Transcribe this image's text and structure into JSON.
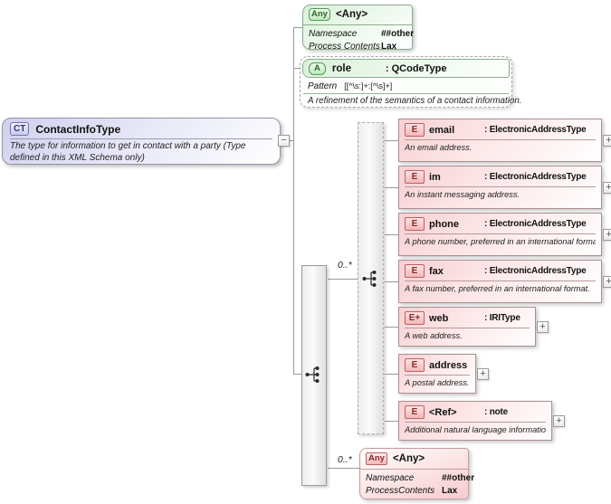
{
  "diagram": {
    "root": {
      "badge": "CT",
      "title": "ContactInfoType",
      "description": "The type for information to get in contact with a party (Type defined in this XML Schema only)"
    },
    "attr_wildcard": {
      "badge": "Any",
      "title": "<Any>",
      "rows": [
        {
          "label": "Namespace",
          "value": "##other"
        },
        {
          "label": "Process Contents",
          "value": "Lax"
        }
      ]
    },
    "attr_role": {
      "badge": "A",
      "name": "role",
      "type": ": QCodeType",
      "pattern_label": "Pattern",
      "pattern_value": "[[^\\s:]+:[^\\s]+]",
      "description": "A refinement of the semantics of a contact information."
    },
    "group_multiplicity": "0..*",
    "wildcard_multiplicity": "0..*",
    "elements": [
      {
        "badge": "E",
        "name": "email",
        "type": ": ElectronicAddressType",
        "description": "An email address."
      },
      {
        "badge": "E",
        "name": "im",
        "type": ": ElectronicAddressType",
        "description": "An instant messaging address."
      },
      {
        "badge": "E",
        "name": "phone",
        "type": ": ElectronicAddressType",
        "description": "A phone number, preferred in an international format."
      },
      {
        "badge": "E",
        "name": "fax",
        "type": ": ElectronicAddressType",
        "description": "A fax number, preferred in an international format."
      },
      {
        "badge": "E+",
        "name": "web",
        "type": ": IRIType",
        "description": "A web address."
      },
      {
        "badge": "E",
        "name": "address",
        "type": "",
        "description": "A postal address."
      },
      {
        "badge": "E",
        "name": "<Ref>",
        "type": ": note",
        "description": "Additional natural language information."
      }
    ],
    "elem_wildcard": {
      "badge": "Any",
      "title": "<Any>",
      "rows": [
        {
          "label": "Namespace",
          "value": "##other"
        },
        {
          "label": "ProcessContents",
          "value": "Lax"
        }
      ]
    },
    "controls": {
      "collapse": "−",
      "expand": "+"
    }
  }
}
